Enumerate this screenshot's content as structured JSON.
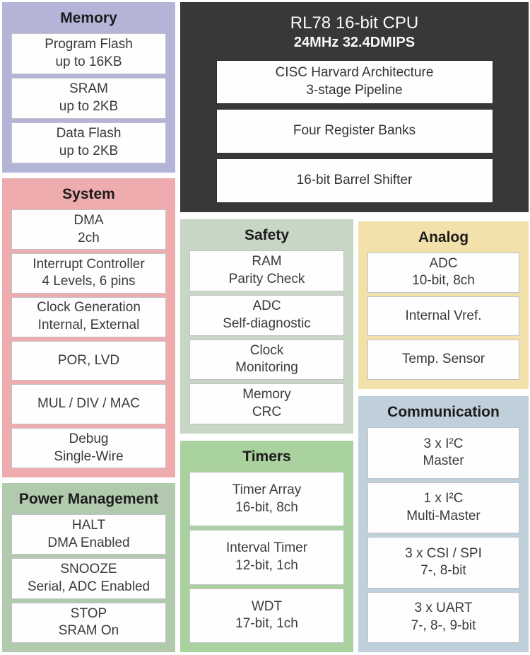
{
  "blocks": {
    "memory": {
      "title": "Memory",
      "bg": "#b4b4d9",
      "cells": [
        {
          "line1": "Program Flash",
          "line2": "up to 16KB"
        },
        {
          "line1": "SRAM",
          "line2": "up to 2KB"
        },
        {
          "line1": "Data Flash",
          "line2": "up to 2KB"
        }
      ]
    },
    "cpu": {
      "title": "RL78 16-bit CPU",
      "subtitle": "24MHz 32.4DMIPS",
      "bg": "#383838",
      "cells": [
        {
          "line1": "CISC Harvard Architecture",
          "line2": "3-stage Pipeline"
        },
        {
          "line1": "Four Register Banks"
        },
        {
          "line1": "16-bit Barrel Shifter"
        }
      ]
    },
    "system": {
      "title": "System",
      "bg": "#eeacae",
      "cells": [
        {
          "line1": "DMA",
          "line2": "2ch"
        },
        {
          "line1": "Interrupt Controller",
          "line2": "4 Levels, 6 pins"
        },
        {
          "line1": "Clock Generation",
          "line2": "Internal, External"
        },
        {
          "line1": "POR, LVD"
        },
        {
          "line1": "MUL / DIV / MAC"
        },
        {
          "line1": "Debug",
          "line2": "Single-Wire"
        }
      ]
    },
    "safety": {
      "title": "Safety",
      "bg": "#c7d6c5",
      "cells": [
        {
          "line1": "RAM",
          "line2": "Parity Check"
        },
        {
          "line1": "ADC",
          "line2": "Self-diagnostic"
        },
        {
          "line1": "Clock",
          "line2": "Monitoring"
        },
        {
          "line1": "Memory",
          "line2": "CRC"
        }
      ]
    },
    "analog": {
      "title": "Analog",
      "bg": "#f3e1ab",
      "cells": [
        {
          "line1": "ADC",
          "line2": "10-bit, 8ch"
        },
        {
          "line1": "Internal Vref."
        },
        {
          "line1": "Temp. Sensor"
        }
      ]
    },
    "power_management": {
      "title": "Power Management",
      "bg": "#b1c9ad",
      "cells": [
        {
          "line1": "HALT",
          "line2": "DMA Enabled"
        },
        {
          "line1": "SNOOZE",
          "line2": "Serial, ADC Enabled"
        },
        {
          "line1": "STOP",
          "line2": "SRAM On"
        }
      ]
    },
    "timers": {
      "title": "Timers",
      "bg": "#aad29f",
      "cells": [
        {
          "line1": "Timer Array",
          "line2": "16-bit, 8ch"
        },
        {
          "line1": "Interval Timer",
          "line2": "12-bit, 1ch"
        },
        {
          "line1": "WDT",
          "line2": "17-bit, 1ch"
        }
      ]
    },
    "communication": {
      "title": "Communication",
      "bg": "#c0d0db",
      "cells": [
        {
          "line1": "3 x I²C",
          "line2": "Master"
        },
        {
          "line1": "1 x I²C",
          "line2": "Multi-Master"
        },
        {
          "line1": "3 x CSI / SPI",
          "line2": "7-, 8-bit"
        },
        {
          "line1": "3 x UART",
          "line2": "7-, 8-, 9-bit"
        }
      ]
    }
  }
}
